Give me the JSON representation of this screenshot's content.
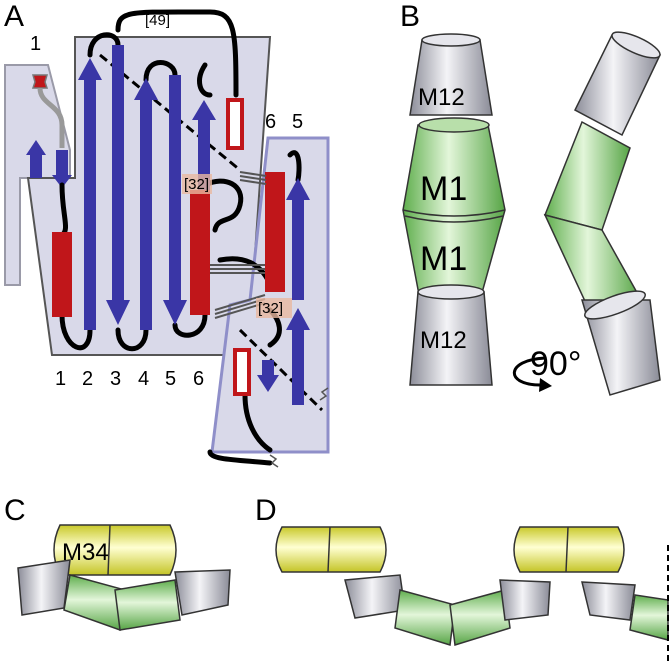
{
  "panels": {
    "a": {
      "letter": "A"
    },
    "b": {
      "letter": "B"
    },
    "c": {
      "letter": "C"
    },
    "d": {
      "letter": "D"
    }
  },
  "topology": {
    "left_helix_number": "1",
    "bottom_strand_numbers": [
      "1",
      "2",
      "3",
      "4",
      "5",
      "6"
    ],
    "right_strand_numbers": [
      "6",
      "5"
    ],
    "loop_labels": {
      "top": "[49]",
      "middle": "[32]",
      "lower": "[32]"
    }
  },
  "model_b": {
    "segments": {
      "top": "M12",
      "upper": "M1",
      "lower": "M1",
      "bottom": "M12"
    },
    "rotation": "90°"
  },
  "model_c": {
    "label": "M34"
  },
  "colors": {
    "helix": "#c0161a",
    "strand": "#3a36a6",
    "domain_fill": "#d9d9e9",
    "domain_edge": "#8f8fc9",
    "green": "#7cc96a",
    "yellow": "#eeee66",
    "gray": "#b9bac6"
  }
}
